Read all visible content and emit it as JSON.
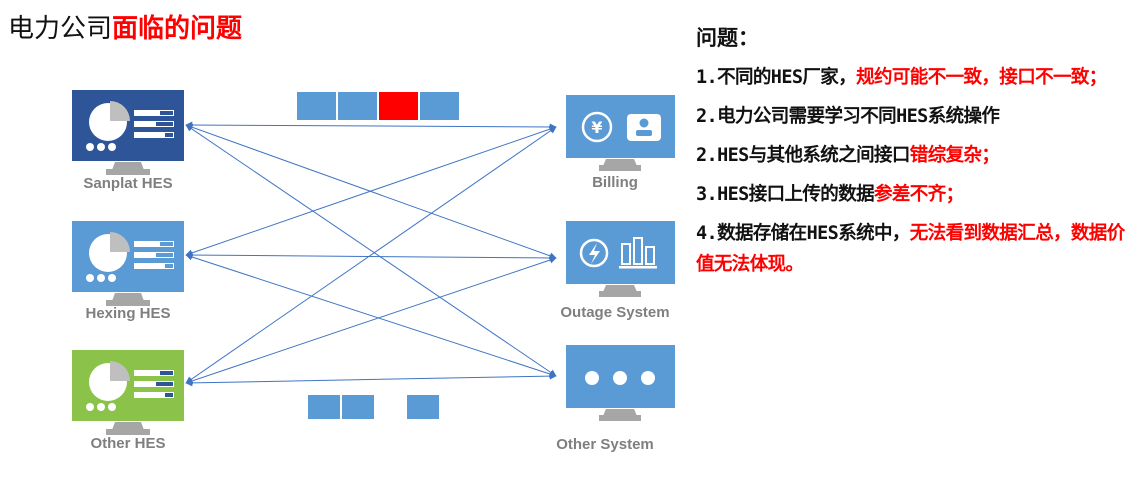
{
  "title": {
    "prefix": "电力公司",
    "highlight": "面临的问题"
  },
  "colors": {
    "dark_blue": "#2e5597",
    "blue": "#5b9bd5",
    "green": "#8bc34a",
    "red": "#ff0000",
    "line": "#3f74c4",
    "label_gray": "#7f7f7f"
  },
  "left_nodes": [
    {
      "id": "sanplat",
      "label": "Sanplat HES",
      "color": "#2e5597"
    },
    {
      "id": "hexing",
      "label": "Hexing HES",
      "color": "#5b9bd5"
    },
    {
      "id": "other_hes",
      "label": "Other HES",
      "color": "#8bc34a"
    }
  ],
  "right_nodes": [
    {
      "id": "billing",
      "label": "Billing",
      "icon": "billing-icons"
    },
    {
      "id": "outage",
      "label": "Outage System",
      "icon": "outage-icons"
    },
    {
      "id": "other_system",
      "label": "Other System",
      "icon": "dots-icon"
    }
  ],
  "packets_top": [
    "#5b9bd5",
    "#5b9bd5",
    "#ff0000",
    "#5b9bd5"
  ],
  "packets_bottom": [
    "#5b9bd5",
    "#5b9bd5",
    "#5b9bd5"
  ],
  "right_panel": {
    "heading": "问题：",
    "items": [
      {
        "normal": "1.不同的HES厂家，",
        "red": "规约可能不一致，接口不一致；"
      },
      {
        "normal": "2.电力公司需要学习不同HES系统操作",
        "red": ""
      },
      {
        "normal": "2.HES与其他系统之间接口",
        "red": "错综复杂；"
      },
      {
        "normal": "3.HES接口上传的数据",
        "red": "参差不齐；"
      },
      {
        "normal": "4.数据存储在HES系统中，",
        "red": "无法看到数据汇总，数据价值无法体现。"
      }
    ]
  }
}
